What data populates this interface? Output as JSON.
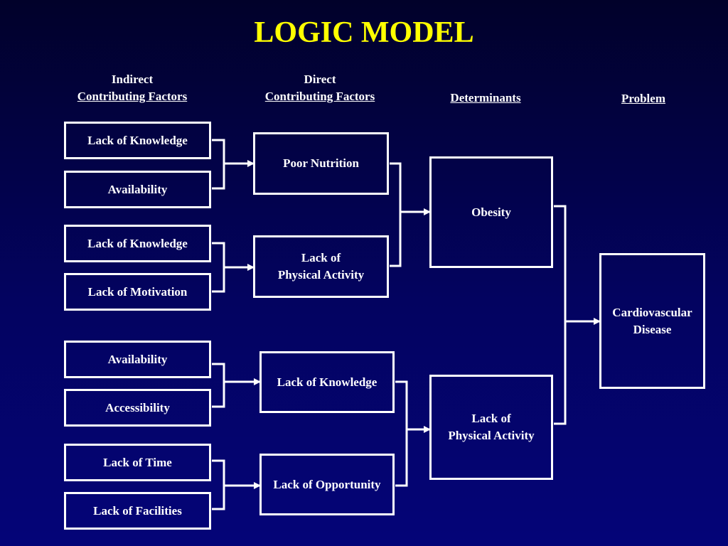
{
  "title": "LOGIC MODEL",
  "columns": {
    "indirect": [
      "Indirect",
      "Contributing Factors"
    ],
    "direct": [
      "Direct",
      "Contributing Factors"
    ],
    "determinants": "Determinants",
    "problem": "Problem"
  },
  "indirect_factors": [
    "Lack of Knowledge",
    "Availability",
    "Lack of Knowledge",
    "Lack of Motivation",
    "Availability",
    "Accessibility",
    "Lack of Time",
    "Lack of Facilities"
  ],
  "direct_factors": [
    [
      "Poor Nutrition"
    ],
    [
      "Lack of",
      "Physical Activity"
    ],
    [
      "Lack of Knowledge"
    ],
    [
      "Lack of Opportunity"
    ]
  ],
  "determinants": [
    [
      "Obesity"
    ],
    [
      "Lack of",
      "Physical Activity"
    ]
  ],
  "problem": [
    "Cardiovascular",
    "Disease"
  ],
  "colors": {
    "title": "#ffff00",
    "line": "#ffffff",
    "background": "#030360"
  }
}
